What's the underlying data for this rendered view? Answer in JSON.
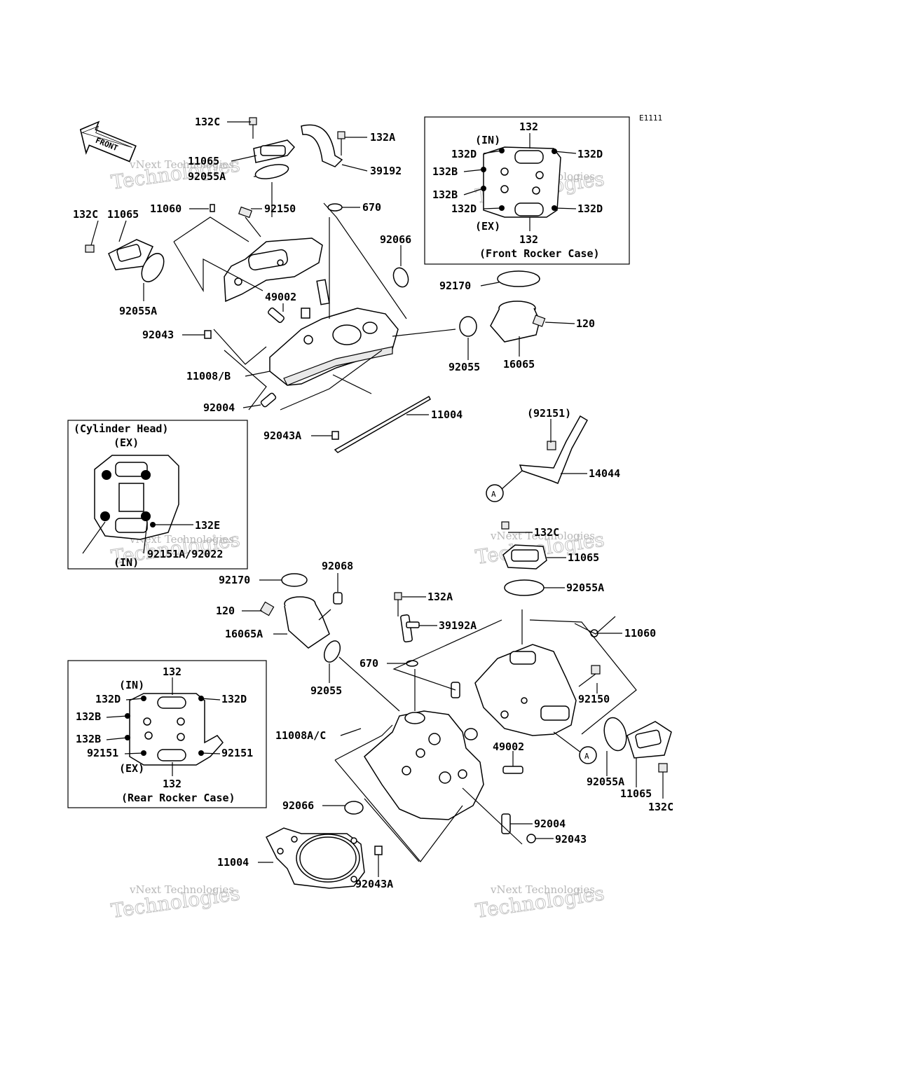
{
  "diagram_code": "E1111",
  "front_arrow": "FRONT",
  "watermark": {
    "line1": "vNext Technologies",
    "line2": "Technologies"
  },
  "callout_circle": "A",
  "labels": {
    "l_132C_a": "132C",
    "l_132A_a": "132A",
    "l_11065_a": "11065",
    "l_92055A_a": "92055A",
    "l_39192": "39192",
    "l_11060_a": "11060",
    "l_92150_a": "92150",
    "l_670_a": "670",
    "l_132C_b": "132C",
    "l_11065_b": "11065",
    "l_92055A_b": "92055A",
    "l_92066_a": "92066",
    "l_49002_a": "49002",
    "l_92043_a": "92043",
    "l_92170_a": "92170",
    "l_120_a": "120",
    "l_92055_a": "92055",
    "l_16065": "16065",
    "l_11008B": "11008/B",
    "l_92004_a": "92004",
    "l_11004_a": "11004",
    "l_92043A_a": "92043A",
    "l_92151p": "(92151)",
    "l_14044": "14044",
    "l_132C_c": "132C",
    "l_11065_c": "11065",
    "l_92055A_c": "92055A",
    "l_92068": "92068",
    "l_92170_b": "92170",
    "l_132A_b": "132A",
    "l_120_b": "120",
    "l_39192A": "39192A",
    "l_16065A": "16065A",
    "l_11060_b": "11060",
    "l_670_b": "670",
    "l_92055_b": "92055",
    "l_92150_b": "92150",
    "l_11008AC": "11008A/C",
    "l_49002_b": "49002",
    "l_92055A_d": "92055A",
    "l_11065_d": "11065",
    "l_132C_d": "132C",
    "l_92066_b": "92066",
    "l_92004_b": "92004",
    "l_92043_b": "92043",
    "l_11004_b": "11004",
    "l_92043A_b": "92043A"
  },
  "inset_front_rocker": {
    "title": "(Front Rocker Case)",
    "in": "(IN)",
    "ex": "(EX)",
    "top_132": "132",
    "bottom_132": "132",
    "l_132D_1": "132D",
    "l_132D_2": "132D",
    "l_132D_3": "132D",
    "l_132D_4": "132D",
    "l_132B_1": "132B",
    "l_132B_2": "132B"
  },
  "inset_cylinder_head": {
    "title": "(Cylinder Head)",
    "ex": "(EX)",
    "in": "(IN)",
    "l_132E": "132E",
    "l_92151A": "92151A/92022"
  },
  "inset_rear_rocker": {
    "title": "(Rear Rocker Case)",
    "in": "(IN)",
    "ex": "(EX)",
    "top_132": "132",
    "bottom_132": "132",
    "l_132D_1": "132D",
    "l_132D_2": "132D",
    "l_132B_1": "132B",
    "l_132B_2": "132B",
    "l_92151_1": "92151",
    "l_92151_2": "92151"
  }
}
